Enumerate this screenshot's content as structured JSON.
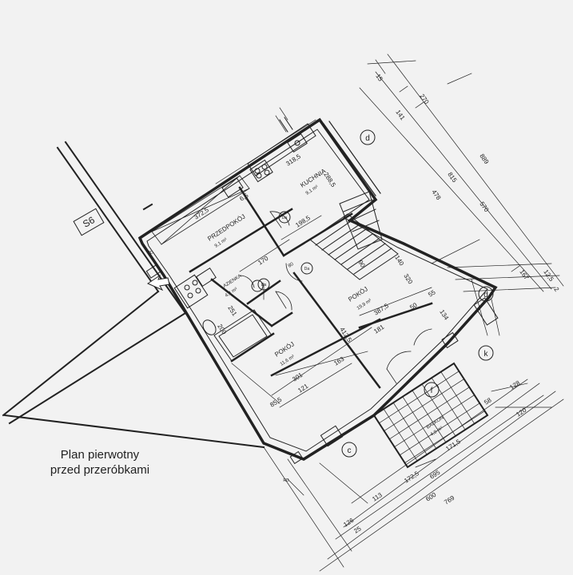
{
  "caption": {
    "line1": "Plan pierwotny",
    "line2": "przed przeróbkami"
  },
  "stair_label": "S6",
  "rooms": {
    "kuchnia": {
      "name": "KUCHNIA",
      "area": "9,1 m²"
    },
    "przedpokoj": {
      "name": "PRZEDPOKÓJ",
      "area": "9,1 m²"
    },
    "lazienka": {
      "name": "ŁAZIENKA",
      "area": "4,4 m²"
    },
    "pokoj_large": {
      "name": "POKÓJ",
      "area": "19,9 m²"
    },
    "pokoj_small": {
      "name": "POKÓJ",
      "area": "11,6 m²"
    },
    "balkon": {
      "name": "BALKON",
      "area": "4,9 m²"
    }
  },
  "axes": {
    "d1": "d",
    "d2": "d",
    "k": "k",
    "f": "f",
    "c": "c"
  },
  "markers": {
    "da1": "Da",
    "da2": "Da",
    "da3": "Da",
    "rd1": "RD",
    "rd2": "RD"
  },
  "dimensions": {
    "d270": "270",
    "d141": "141",
    "d889": "889",
    "d815": "815",
    "d478": "478",
    "d570": "570",
    "d167": "167",
    "d2": "2",
    "d15": "15",
    "d125": "12,5",
    "d3185": "318,5",
    "d2885": "288,5",
    "d3725": "372,5",
    "d1985": "198,5",
    "d170": "170",
    "d320": "320",
    "d3875": "387,5",
    "d181": "181",
    "d50": "50",
    "d55": "55",
    "d134": "134",
    "d4125": "412,5",
    "d163": "163",
    "d301": "301",
    "d121": "121",
    "d855": "85,5",
    "d200": "200",
    "d251": "251",
    "d80": "80",
    "d128": "128",
    "d58": "58",
    "d120": "120",
    "d1715": "171,5",
    "d1725": "172,5",
    "d695": "695",
    "d113": "113",
    "d600": "600",
    "d769": "769",
    "d126": "126",
    "d25": "25",
    "d65": "6,5",
    "d90": "90",
    "d140": "140"
  }
}
